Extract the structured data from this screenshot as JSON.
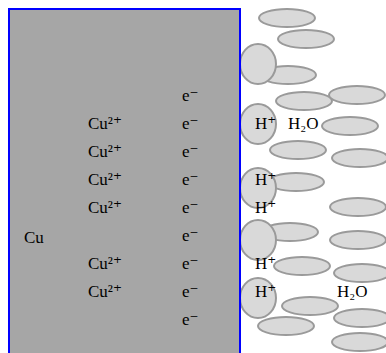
{
  "diagram": {
    "nodes": [
      {
        "text": [
          "Cu"
        ]
      }
    ],
    "labels": [
      "e⁻",
      "Cu²⁺",
      "e⁻",
      "H⁺",
      "H₂O",
      "Cu²⁺",
      "e⁻",
      "Cu²⁺",
      "e⁻",
      "H⁺",
      "Cu²⁺",
      "e⁻",
      "H⁺",
      "e⁻",
      "Cu²⁺",
      "e⁻",
      "H⁺",
      "Cu²⁺",
      "e⁻",
      "H⁺",
      "H₂O",
      "e⁻"
    ]
  }
}
